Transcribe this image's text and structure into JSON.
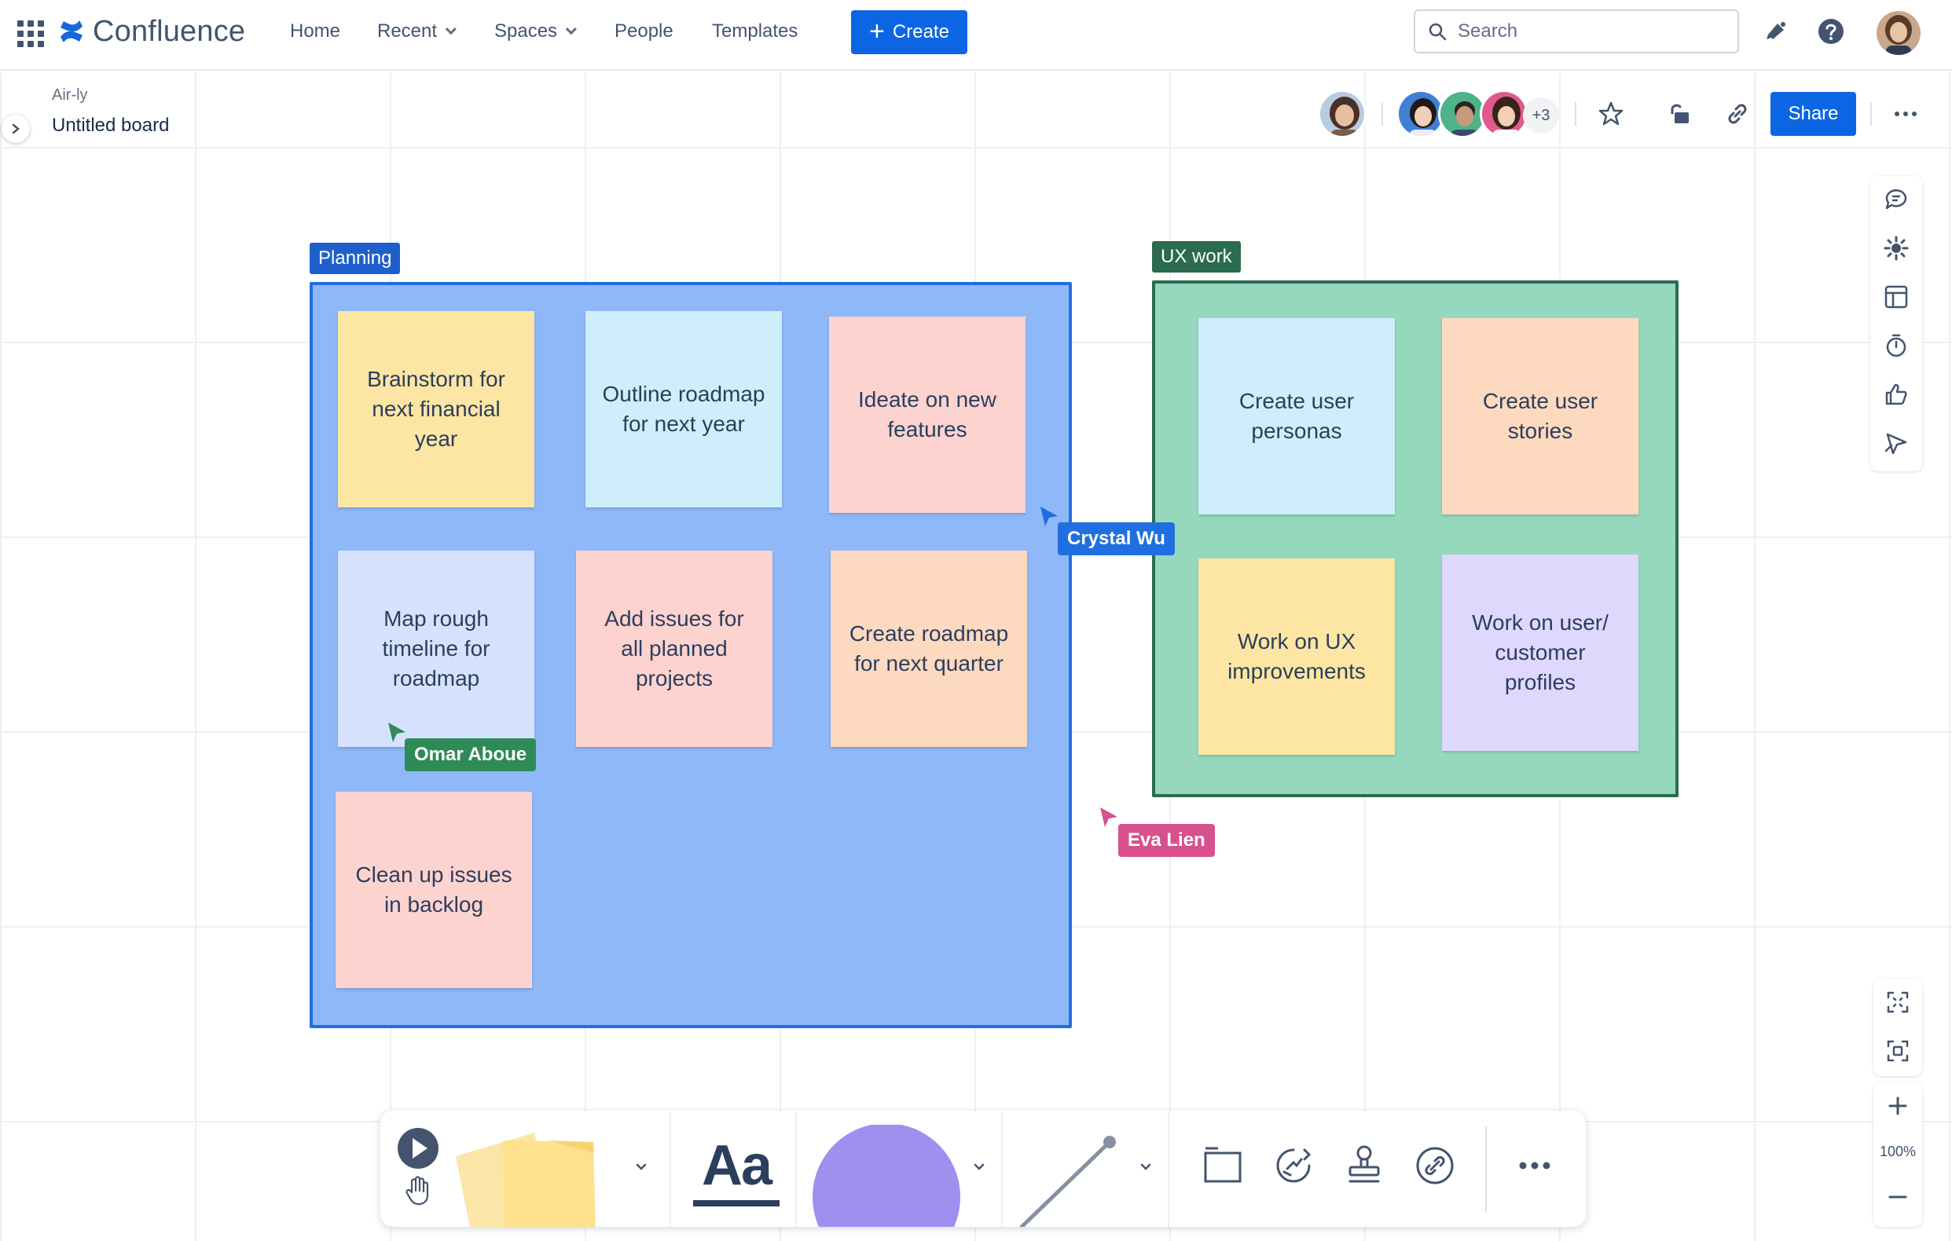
{
  "nav": {
    "logo_text": "Confluence",
    "items": [
      {
        "label": "Home",
        "has_menu": false
      },
      {
        "label": "Recent",
        "has_menu": true
      },
      {
        "label": "Spaces",
        "has_menu": true
      },
      {
        "label": "People",
        "has_menu": false
      },
      {
        "label": "Templates",
        "has_menu": false
      }
    ],
    "create_label": "Create",
    "search_placeholder": "Search"
  },
  "board": {
    "space_name": "Air-ly",
    "title": "Untitled board",
    "more_collaborators": "+3",
    "share_label": "Share"
  },
  "frames": [
    {
      "label": "Planning",
      "color": "#8fb8f8",
      "label_color": "#1f5fcc",
      "stickies": [
        {
          "text": "Brainstorm for next financial year",
          "color": "#fde6a3"
        },
        {
          "text": "Outline roadmap for next year",
          "color": "#cdeefa"
        },
        {
          "text": "Ideate on new features",
          "color": "#fdd3cf"
        },
        {
          "text": "Map rough timeline for roadmap",
          "color": "#d6e2fd"
        },
        {
          "text": "Add issues for all planned projects",
          "color": "#fdd3cf"
        },
        {
          "text": "Create roadmap for next quarter",
          "color": "#fdd9c0"
        },
        {
          "text": "Clean up issues in backlog",
          "color": "#fdd3cf"
        }
      ]
    },
    {
      "label": "UX work",
      "color": "#96d8bd",
      "label_color": "#2b6b4f",
      "stickies": [
        {
          "text": "Create user personas",
          "color": "#cdeefa"
        },
        {
          "text": "Create user stories",
          "color": "#fdd9c0"
        },
        {
          "text": "Work on UX improvements",
          "color": "#fde6a3"
        },
        {
          "text": "Work on user/ customer profiles",
          "color": "#dfd8fd"
        }
      ]
    }
  ],
  "cursors": [
    {
      "name": "Crystal Wu",
      "color": "#1f6fe0"
    },
    {
      "name": "Omar Aboue",
      "color": "#2e8b57"
    },
    {
      "name": "Eva Lien",
      "color": "#d9508f"
    }
  ],
  "zoom": {
    "level": "100%"
  },
  "toolbar": {
    "text_tool_label": "Aa"
  },
  "colors": {
    "primary": "#0c66e4",
    "text": "#172b4d",
    "subtle": "#44546f"
  }
}
